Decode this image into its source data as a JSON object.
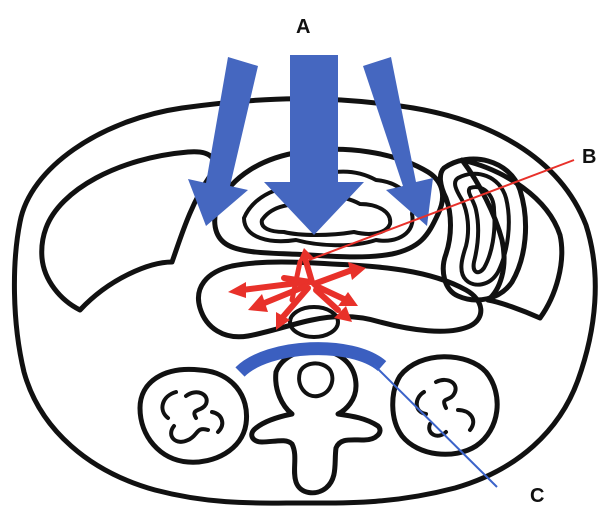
{
  "labels": {
    "a": "A",
    "b": "B",
    "c": "C"
  },
  "colors": {
    "force_arrows": "#4567c0",
    "burst_arrows": "#e8312a",
    "pointer_b": "#e8312a",
    "pointer_c": "#3b63c9",
    "spine_band": "#3b5fc0",
    "outline": "#111111",
    "background": "#ffffff"
  },
  "icons": {
    "force": "down-arrow-icon",
    "burst": "radiating-arrows-icon"
  }
}
